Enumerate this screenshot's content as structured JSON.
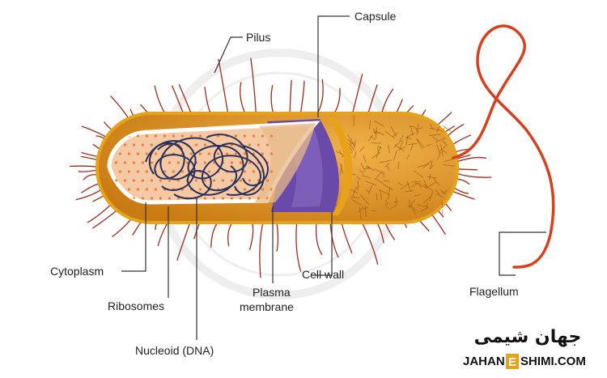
{
  "labels": {
    "capsule": "Capsule",
    "pilus": "Pilus",
    "cell_wall": "Cell wall",
    "cytoplasm": "Cytoplasm",
    "ribosomes": "Ribosomes",
    "plasma_membrane_1": "Plasma",
    "plasma_membrane_2": "membrane",
    "nucleoid": "Nucleoid (DNA)",
    "flagellum": "Flagellum"
  },
  "brand": {
    "persian": "جهان شیمی",
    "latin_left": "JAHAN",
    "latin_mid": "E",
    "latin_right": "SHIMI.COM"
  },
  "colors": {
    "capsule": "#d98e1c",
    "capsule_rim": "#e8a21a",
    "cytoplasm": "#f6c9a5",
    "ribosome": "#ee7b3e",
    "purple": "#6a4aa8",
    "pilus": "#9e2c1a",
    "flagellum": "#d6401e",
    "dna": "#1e2a5a"
  }
}
